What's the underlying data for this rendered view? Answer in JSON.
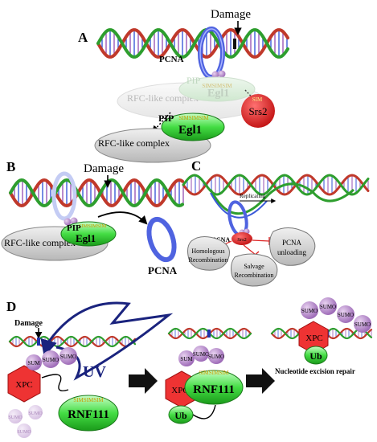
{
  "panels": {
    "A": {
      "letter": "A",
      "damage": "Damage",
      "pcna": "PCNA",
      "pip_top": "PIP",
      "egl1_top": "Egl1",
      "sim_top": "SIMSIMSIM",
      "rfc_top": "RFC-like complex",
      "sim_srs2": "SIM",
      "srs2": "Srs2",
      "rfc_bottom": "RFC-like complex",
      "pip_bottom": "PIP",
      "egl1_bottom": "Egl1",
      "sim_bottom": "SIMSIMSIM"
    },
    "B": {
      "letter": "B",
      "damage": "Damage",
      "rfc": "RFC-like complex",
      "pip": "PIP",
      "egl1": "Egl1",
      "sim": "SIMSIMSIM",
      "pcna": "PCNA"
    },
    "C": {
      "letter": "C",
      "replicating": "Replicating",
      "pcna": "PCNA",
      "srs2": "Srs2",
      "homologous": "Homologous",
      "recombination": "Recombination",
      "pcna_unloading_1": "PCNA",
      "pcna_unloading_2": "unloading",
      "salvage": "Salvage",
      "salvage_recombination": "Recombination"
    },
    "D": {
      "letter": "D",
      "damage": "Damage",
      "uv": "UV",
      "xpc": "XPC",
      "sumo": "SUMO",
      "sum": "SUM",
      "rnf111": "RNF111",
      "sim": "SIMSIMSIM",
      "ub": "Ub",
      "ner": "Nucleotide excision repair"
    }
  },
  "colors": {
    "strand_red": "#c0392b",
    "strand_green": "#2e9e2e",
    "rung_blue": "#3a5ad8",
    "rung_purple": "#9b59b6",
    "pcna_blue": "#5566dd",
    "egl1_green": "#44dd44",
    "srs2_red": "#dd2222",
    "rfc_gray": "#c8c8c8",
    "sumo_purple": "#bb88cc",
    "xpc_red": "#ee3333",
    "uv_navy": "#1a237e"
  }
}
